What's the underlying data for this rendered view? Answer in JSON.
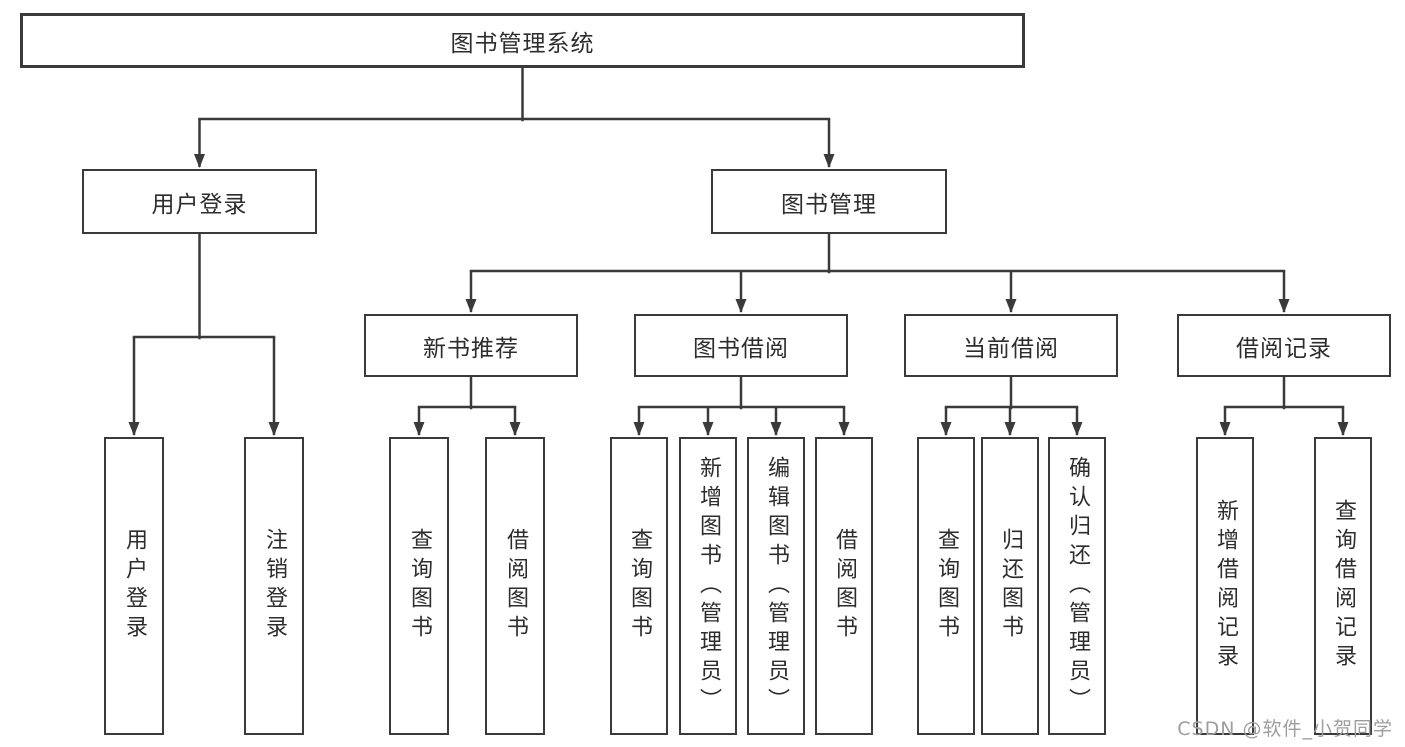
{
  "tree": {
    "root": {
      "label": "图书管理系统"
    },
    "children": [
      {
        "label": "用户登录",
        "children": [
          {
            "label": "用户登录"
          },
          {
            "label": "注销登录"
          }
        ]
      },
      {
        "label": "图书管理",
        "children": [
          {
            "label": "新书推荐",
            "children": [
              {
                "label": "查询图书"
              },
              {
                "label": "借阅图书"
              }
            ]
          },
          {
            "label": "图书借阅",
            "children": [
              {
                "label": "查询图书"
              },
              {
                "label": "新增图书（管理员）"
              },
              {
                "label": "编辑图书（管理员）"
              },
              {
                "label": "借阅图书"
              }
            ]
          },
          {
            "label": "当前借阅",
            "children": [
              {
                "label": "查询图书"
              },
              {
                "label": "归还图书"
              },
              {
                "label": "确认归还（管理员）"
              }
            ]
          },
          {
            "label": "借阅记录",
            "children": [
              {
                "label": "新增借阅记录"
              },
              {
                "label": "查询借阅记录"
              }
            ]
          }
        ]
      }
    ]
  },
  "watermark": {
    "text": "CSDN @软件_小贺同学"
  },
  "colors": {
    "line": "#3a3a3a",
    "box_border": "#3a3a3a",
    "box_fill": "#ffffff",
    "text": "#2d2d2d",
    "watermark": "#9e9e9e"
  }
}
